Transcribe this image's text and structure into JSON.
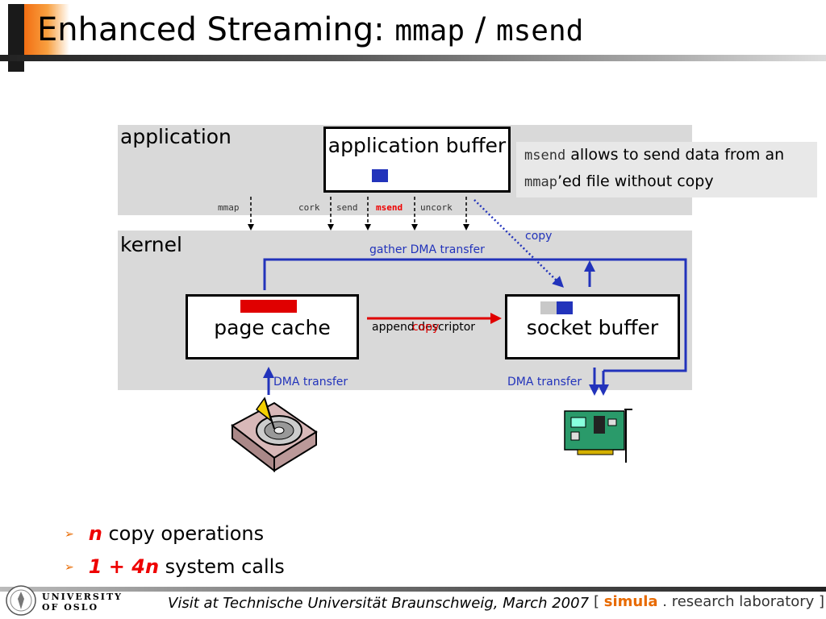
{
  "title": {
    "text": "Enhanced Streaming: ",
    "code1": "mmap",
    "sep": " / ",
    "code2": "msend"
  },
  "diagram": {
    "application_label": "application",
    "kernel_label": "kernel",
    "application_buffer_label": "application buffer",
    "page_cache_label": "page cache",
    "socket_buffer_label": "socket buffer",
    "note": {
      "code1": "msend",
      "text1": " allows to send data from an",
      "code2": "mmap",
      "text2": "’ed file without copy"
    },
    "calls": [
      "mmap",
      "cork",
      "send",
      "msend",
      "uncork"
    ],
    "active_call": "msend",
    "labels": {
      "copy": "copy",
      "gather_dma": "gather DMA transfer",
      "append_descriptor": "append descriptor",
      "overlay_copy": "copy",
      "dma_left": "DMA transfer",
      "dma_right": "DMA transfer"
    },
    "colors": {
      "accent_blue": "#2233bb",
      "accent_red": "#e00000",
      "layer_gray": "#d9d9d9"
    },
    "icons": [
      "hard-disk-icon",
      "network-card-icon"
    ]
  },
  "bullets": [
    {
      "emph": "n",
      "text": " copy operations"
    },
    {
      "emph": "1 + 4n",
      "text": " system calls"
    }
  ],
  "footer": {
    "university_line1": "UNIVERSITY",
    "university_line2": "OF OSLO",
    "text": "Visit at Technische Universität Braunschweig, March 2007",
    "simula_open": "[ ",
    "simula_brand": "simula",
    "simula_rest": " . research laboratory ]"
  }
}
